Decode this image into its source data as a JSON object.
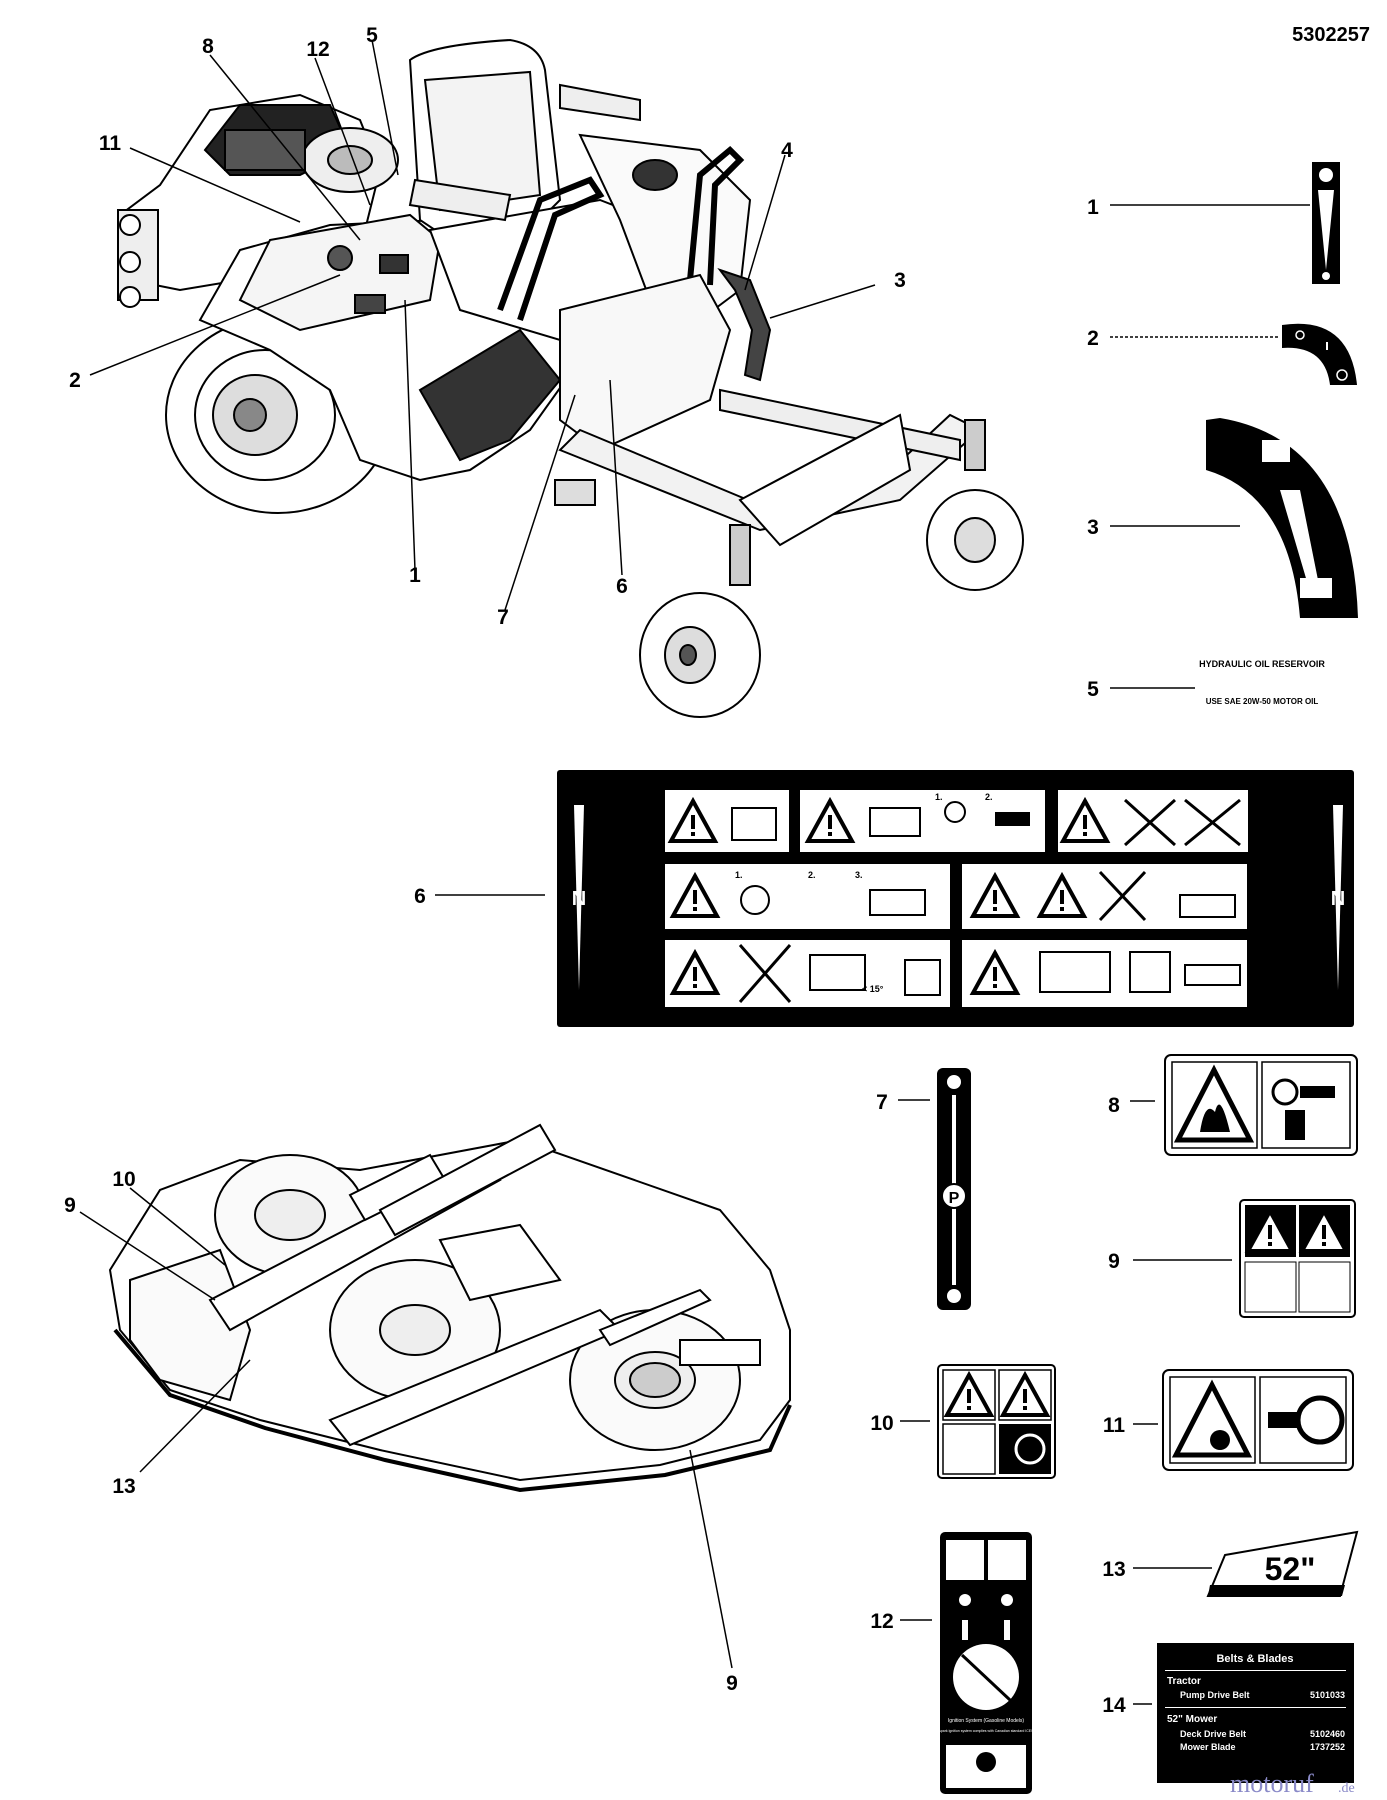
{
  "document_number": "5302257",
  "watermark": {
    "main": "motoruf",
    "suffix": ".de"
  },
  "callouts": {
    "tractor": [
      "8",
      "12",
      "5",
      "11",
      "4",
      "3",
      "2",
      "1",
      "7",
      "6"
    ],
    "deck": [
      "10",
      "9",
      "13",
      "9"
    ],
    "decals": [
      "1",
      "2",
      "3",
      "5",
      "6",
      "7",
      "8",
      "9",
      "10",
      "11",
      "12",
      "13",
      "14"
    ]
  },
  "decal5": {
    "title": "HYDRAULIC OIL RESERVOIR",
    "subtitle": "USE SAE 20W-50 MOTOR OIL"
  },
  "decal6": {
    "neutral": "N",
    "steps1": [
      "1.",
      "2."
    ],
    "steps2": [
      "1.",
      "2.",
      "3."
    ],
    "slope": "< 15°"
  },
  "decal7": {
    "park": "P"
  },
  "decal11": {
    "line1": "Ignition System (Gasoline Models)",
    "line2": "This spark ignition system complies with Canadian standard ICES-002"
  },
  "decal13": {
    "text": "52\""
  },
  "decal14": {
    "title": "Belts & Blades",
    "sections": [
      {
        "heading": "Tractor",
        "rows": [
          {
            "name": "Pump Drive Belt",
            "part": "5101033"
          }
        ]
      },
      {
        "heading": "52\" Mower",
        "rows": [
          {
            "name": "Deck Drive Belt",
            "part": "5102460"
          },
          {
            "name": "Mower Blade",
            "part": "1737252"
          }
        ]
      }
    ]
  }
}
